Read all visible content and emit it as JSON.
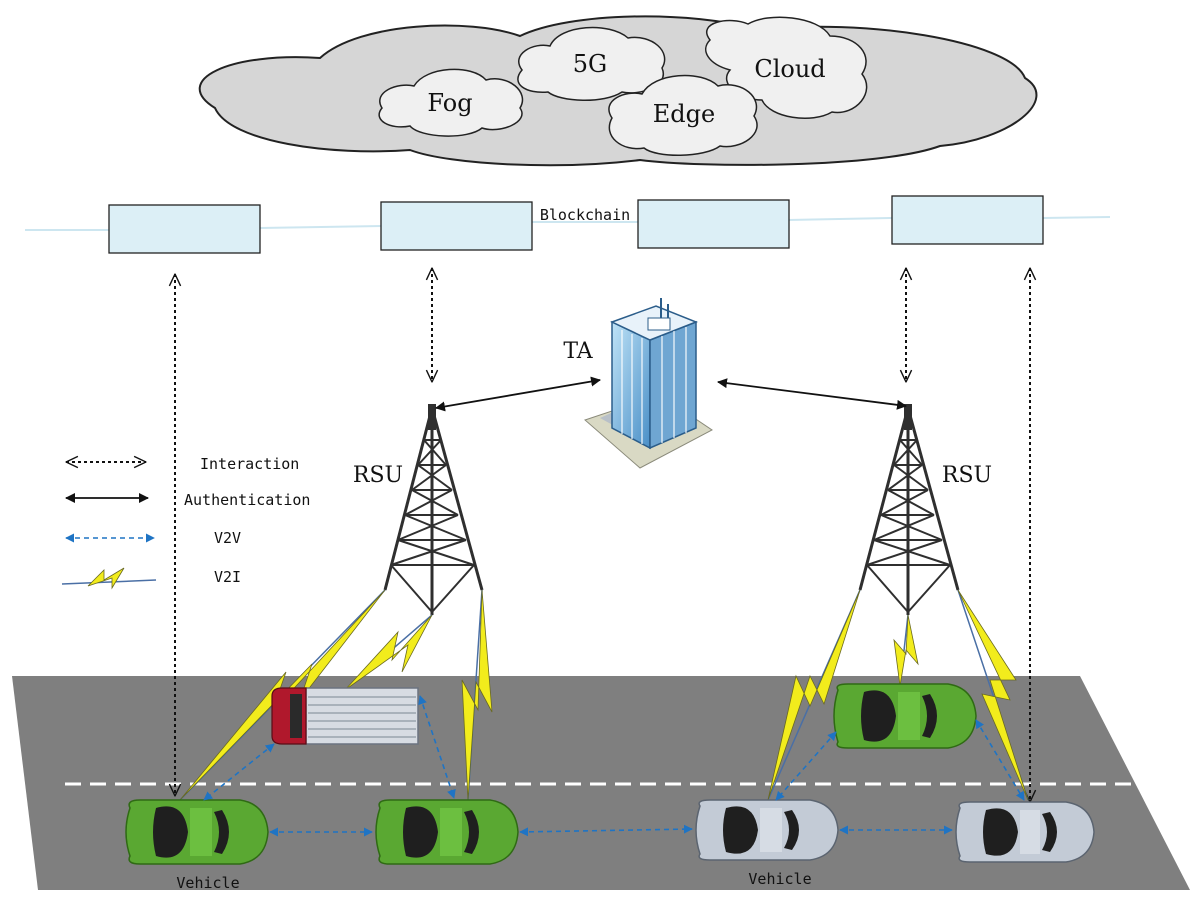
{
  "cloud": {
    "labels": {
      "fog": "Fog",
      "g5": "5G",
      "edge": "Edge",
      "cloud": "Cloud"
    }
  },
  "blockchain": {
    "label": "Blockchain"
  },
  "ta": {
    "label": "TA"
  },
  "rsu": {
    "left_label": "RSU",
    "right_label": "RSU"
  },
  "legend": {
    "interaction": "Interaction",
    "authentication": "Authentication",
    "v2v": "V2V",
    "v2i": "V2I"
  },
  "vehicles": {
    "left_label": "Vehicle",
    "right_label": "Vehicle"
  },
  "colors": {
    "cloud_fill": "#d6d6d6",
    "sub_cloud_fill": "#f0f0f0",
    "block_fill": "#dceff6",
    "chain_line": "#cde6f0",
    "road": "#808080",
    "v2v_blue": "#1f74c4",
    "v2i_yellow": "#f2ec1c",
    "car_green": "#5aa832",
    "car_silver": "#c3cbd6",
    "truck_red": "#b0182c"
  }
}
